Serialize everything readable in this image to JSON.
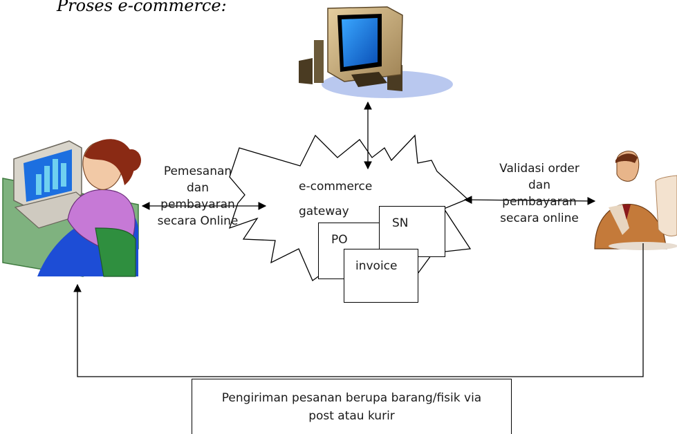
{
  "heading": "Proses e-commerce:",
  "gateway": {
    "line1": "e-commerce",
    "line2": "gateway"
  },
  "documents": {
    "po": "PO",
    "sn": "SN",
    "invoice": "invoice"
  },
  "left_label": {
    "line1": "Pemesanan",
    "line2": "dan",
    "line3": "pembayaran",
    "line4": "secara Online"
  },
  "right_label": {
    "line1": "Validasi order",
    "line2": "dan",
    "line3": "pembayaran",
    "line4": "secara online"
  },
  "shipping": {
    "line1": "Pengiriman pesanan berupa barang/fisik via",
    "line2": "post atau kurir"
  },
  "icons": [
    "server-computer-icon",
    "customer-at-computer-icon",
    "merchant-icon"
  ]
}
